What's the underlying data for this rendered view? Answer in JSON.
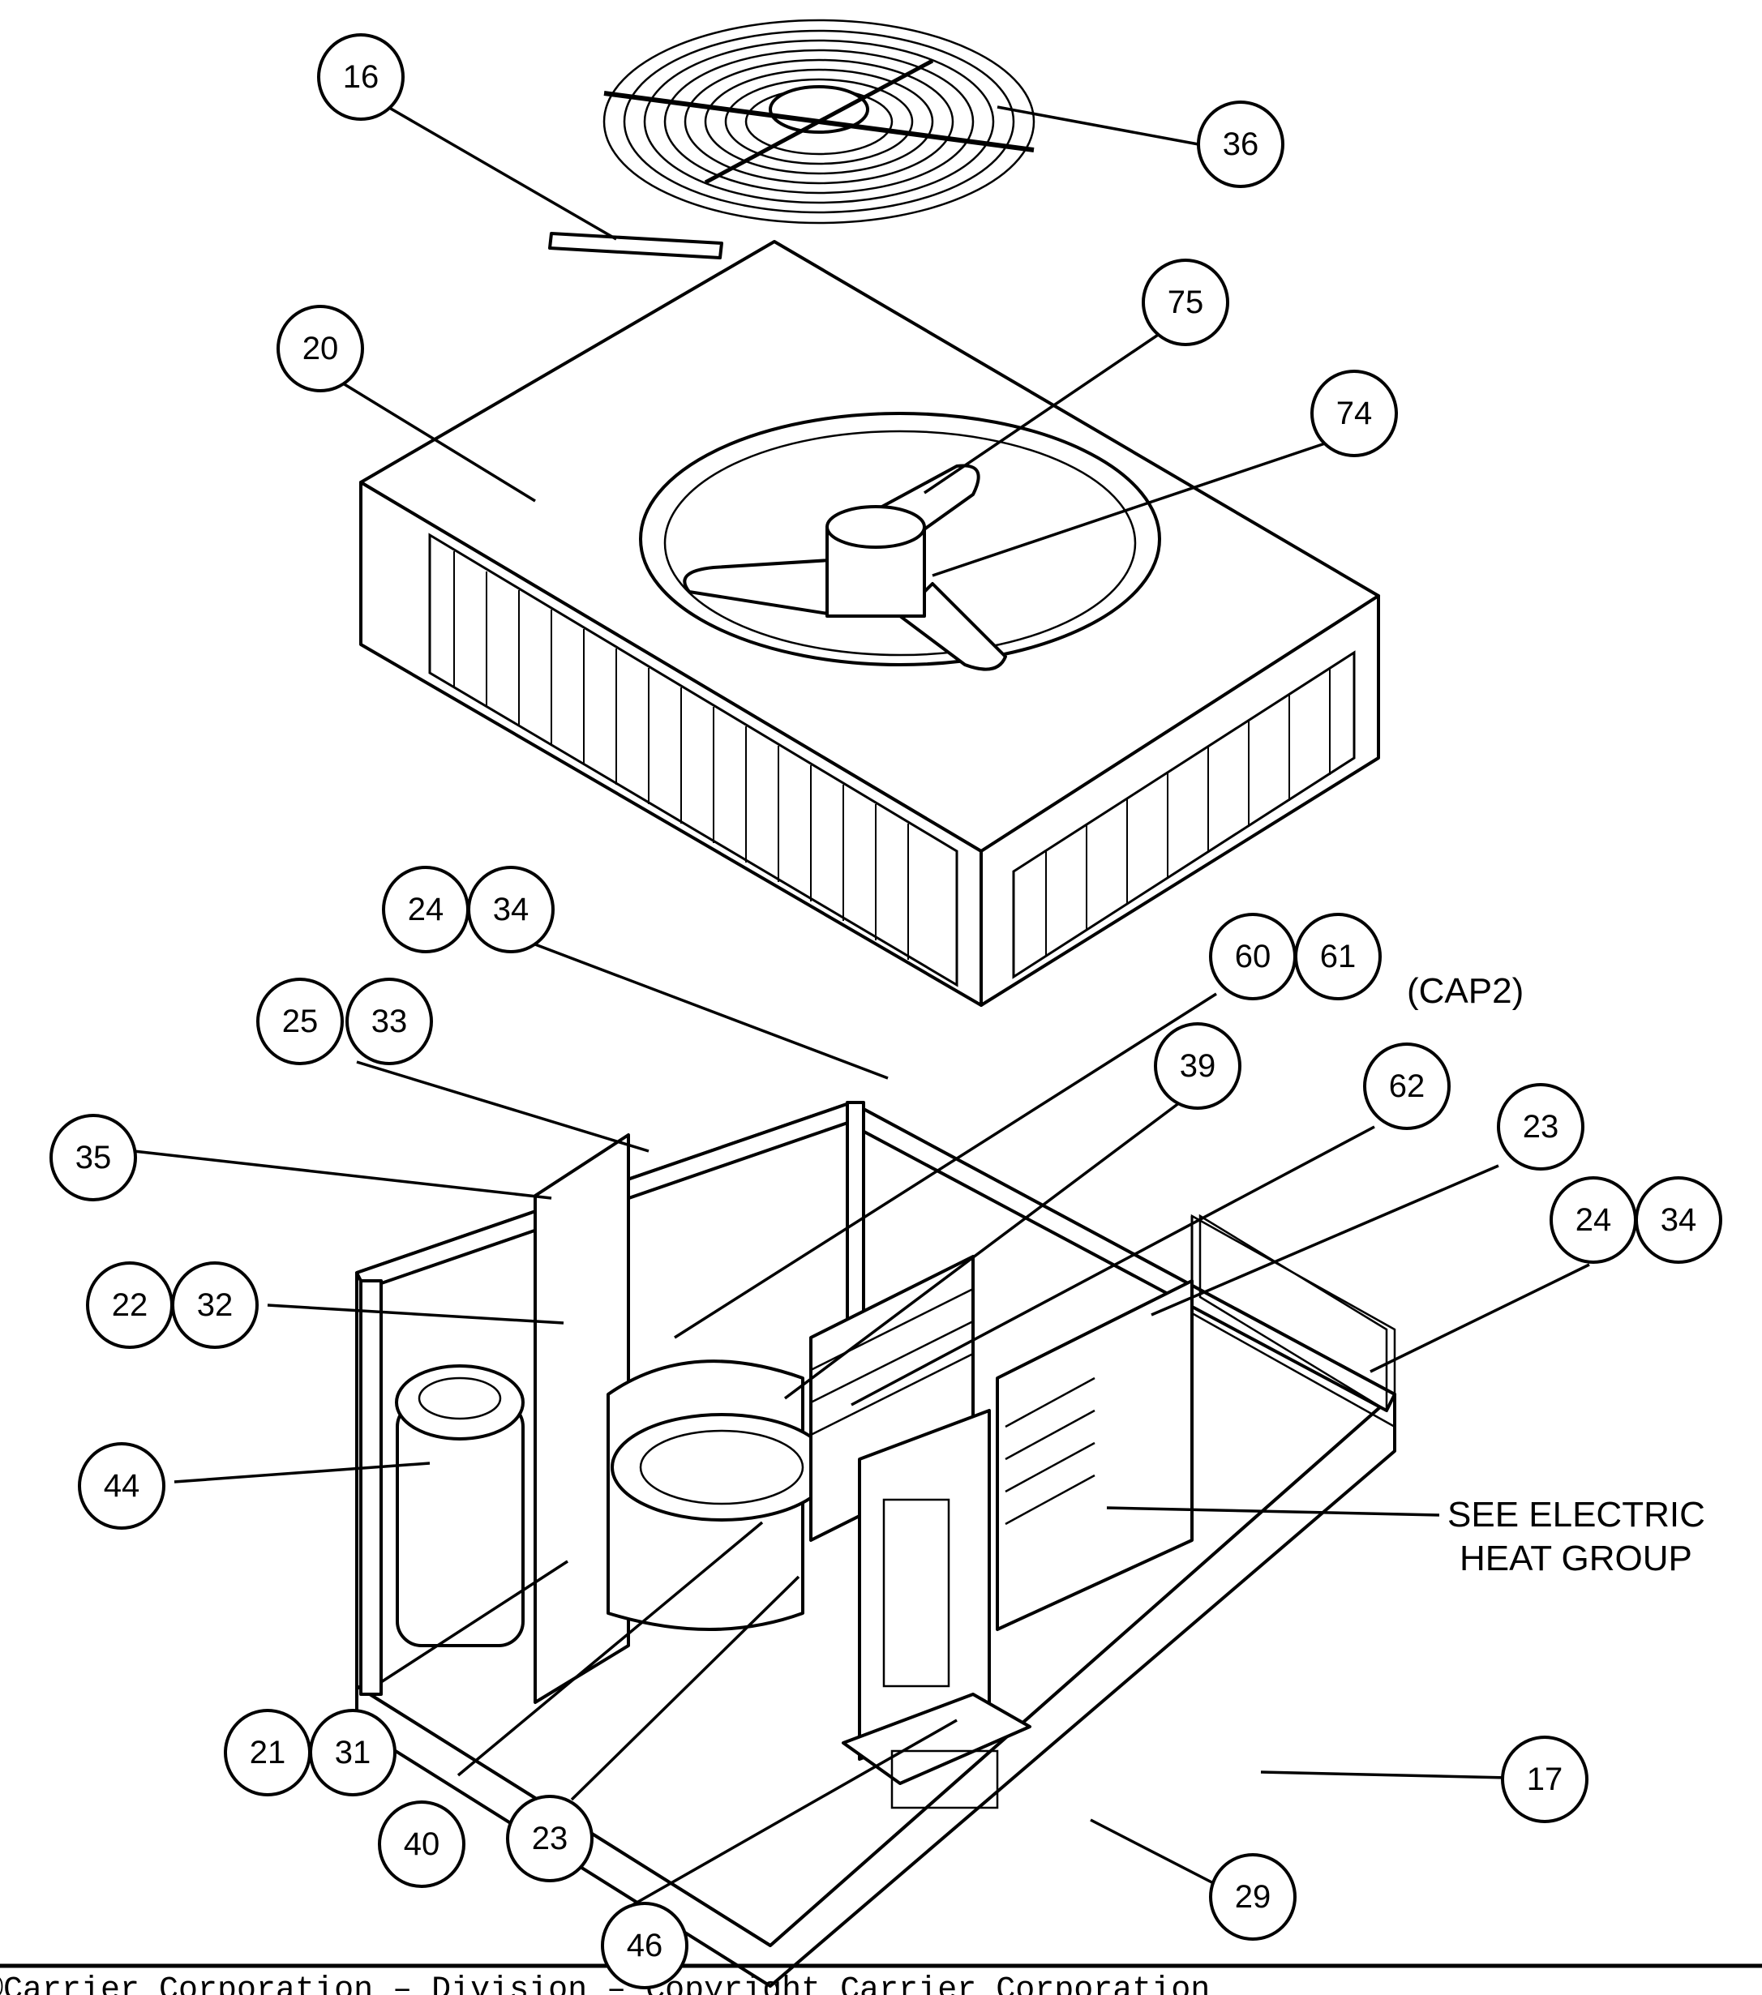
{
  "callouts": [
    {
      "id": "16",
      "label": "16"
    },
    {
      "id": "36",
      "label": "36"
    },
    {
      "id": "20",
      "label": "20"
    },
    {
      "id": "75",
      "label": "75"
    },
    {
      "id": "74",
      "label": "74"
    },
    {
      "id": "24a",
      "label": "24"
    },
    {
      "id": "34a",
      "label": "34"
    },
    {
      "id": "60",
      "label": "60"
    },
    {
      "id": "61",
      "label": "61"
    },
    {
      "id": "25",
      "label": "25"
    },
    {
      "id": "33",
      "label": "33"
    },
    {
      "id": "39",
      "label": "39"
    },
    {
      "id": "62",
      "label": "62"
    },
    {
      "id": "23a",
      "label": "23"
    },
    {
      "id": "35",
      "label": "35"
    },
    {
      "id": "24b",
      "label": "24"
    },
    {
      "id": "34b",
      "label": "34"
    },
    {
      "id": "22",
      "label": "22"
    },
    {
      "id": "32",
      "label": "32"
    },
    {
      "id": "44",
      "label": "44"
    },
    {
      "id": "21",
      "label": "21"
    },
    {
      "id": "31",
      "label": "31"
    },
    {
      "id": "17",
      "label": "17"
    },
    {
      "id": "40",
      "label": "40"
    },
    {
      "id": "23b",
      "label": "23"
    },
    {
      "id": "46",
      "label": "46"
    },
    {
      "id": "29",
      "label": "29"
    }
  ],
  "annotations": {
    "cap2": "(CAP2)",
    "electric_heat_line1": "SEE ELECTRIC",
    "electric_heat_line2": "HEAT GROUP"
  },
  "footer_text": "©Carrier Corporation – Division – Copyright Carrier Corporation"
}
